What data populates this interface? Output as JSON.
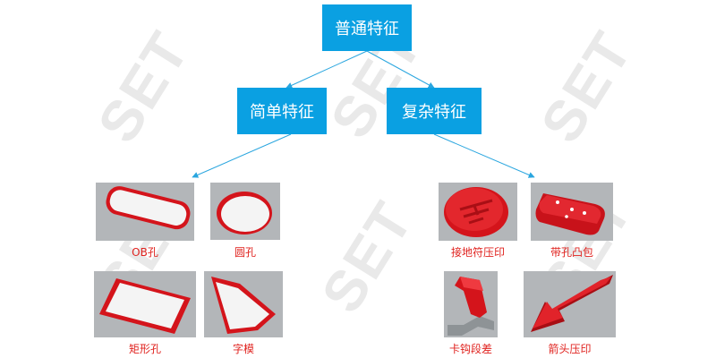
{
  "watermark": {
    "text": "SET"
  },
  "root": {
    "label": "普通特征"
  },
  "branches": [
    {
      "label": "简单特征"
    },
    {
      "label": "复杂特征"
    }
  ],
  "features": [
    {
      "label": "OB孔"
    },
    {
      "label": "圆孔"
    },
    {
      "label": "矩形孔"
    },
    {
      "label": "字模"
    },
    {
      "label": "接地符压印"
    },
    {
      "label": "带孔凸包"
    },
    {
      "label": "卡钩段差"
    },
    {
      "label": "箭头压印"
    }
  ],
  "colors": {
    "node_fill": "#0aa0e2",
    "node_text": "#ffffff",
    "caption": "#e0231f",
    "feature_red": "#d4141b",
    "connector": "#2aa6df"
  }
}
